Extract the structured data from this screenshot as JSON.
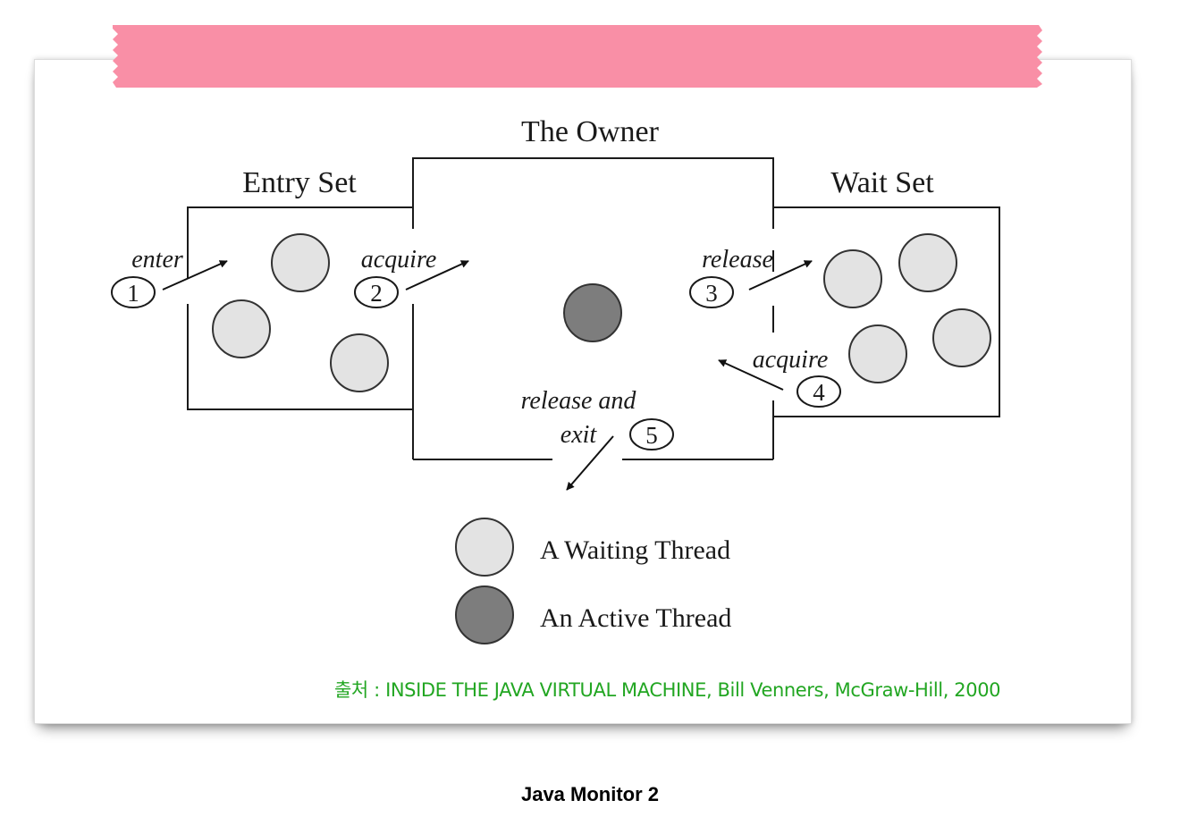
{
  "diagram": {
    "owner_label": "The Owner",
    "entry_set_label": "Entry Set",
    "wait_set_label": "Wait Set",
    "steps": [
      {
        "number": "1",
        "label": "enter"
      },
      {
        "number": "2",
        "label": "acquire"
      },
      {
        "number": "3",
        "label": "release"
      },
      {
        "number": "4",
        "label": "acquire"
      },
      {
        "number": "5",
        "label_line1": "release and",
        "label_line2": "exit"
      }
    ],
    "legend": {
      "waiting_label": "A Waiting Thread",
      "active_label": "An Active Thread"
    }
  },
  "source_note": "출처 : INSIDE THE JAVA VIRTUAL MACHINE, Bill Venners, McGraw-Hill, 2000",
  "caption": "Java Monitor 2",
  "colors": {
    "tape": "#f98fa6",
    "waiting_thread": "#e3e3e3",
    "active_thread": "#7d7d7d",
    "source_text": "#22a622"
  }
}
